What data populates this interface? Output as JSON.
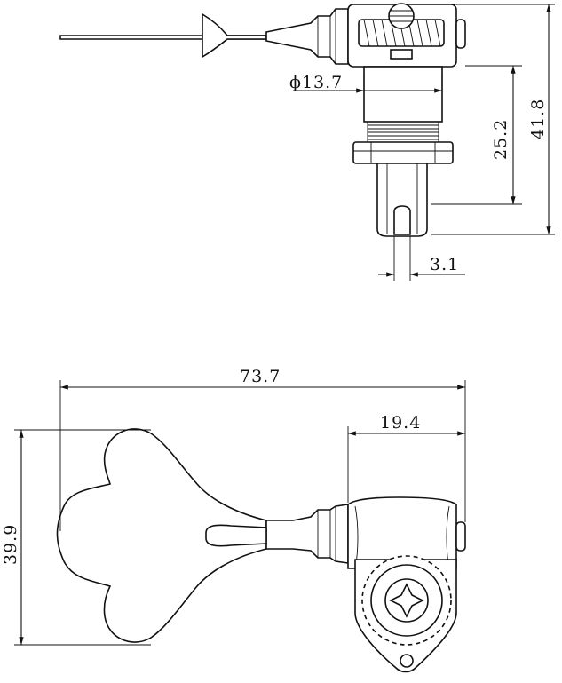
{
  "dimensions": {
    "bore_diameter": "ϕ13.7",
    "height_total": "41.8",
    "height_post": "25.2",
    "post_hole": "3.1",
    "overall_length": "73.7",
    "housing_length": "19.4",
    "button_height": "39.9"
  }
}
